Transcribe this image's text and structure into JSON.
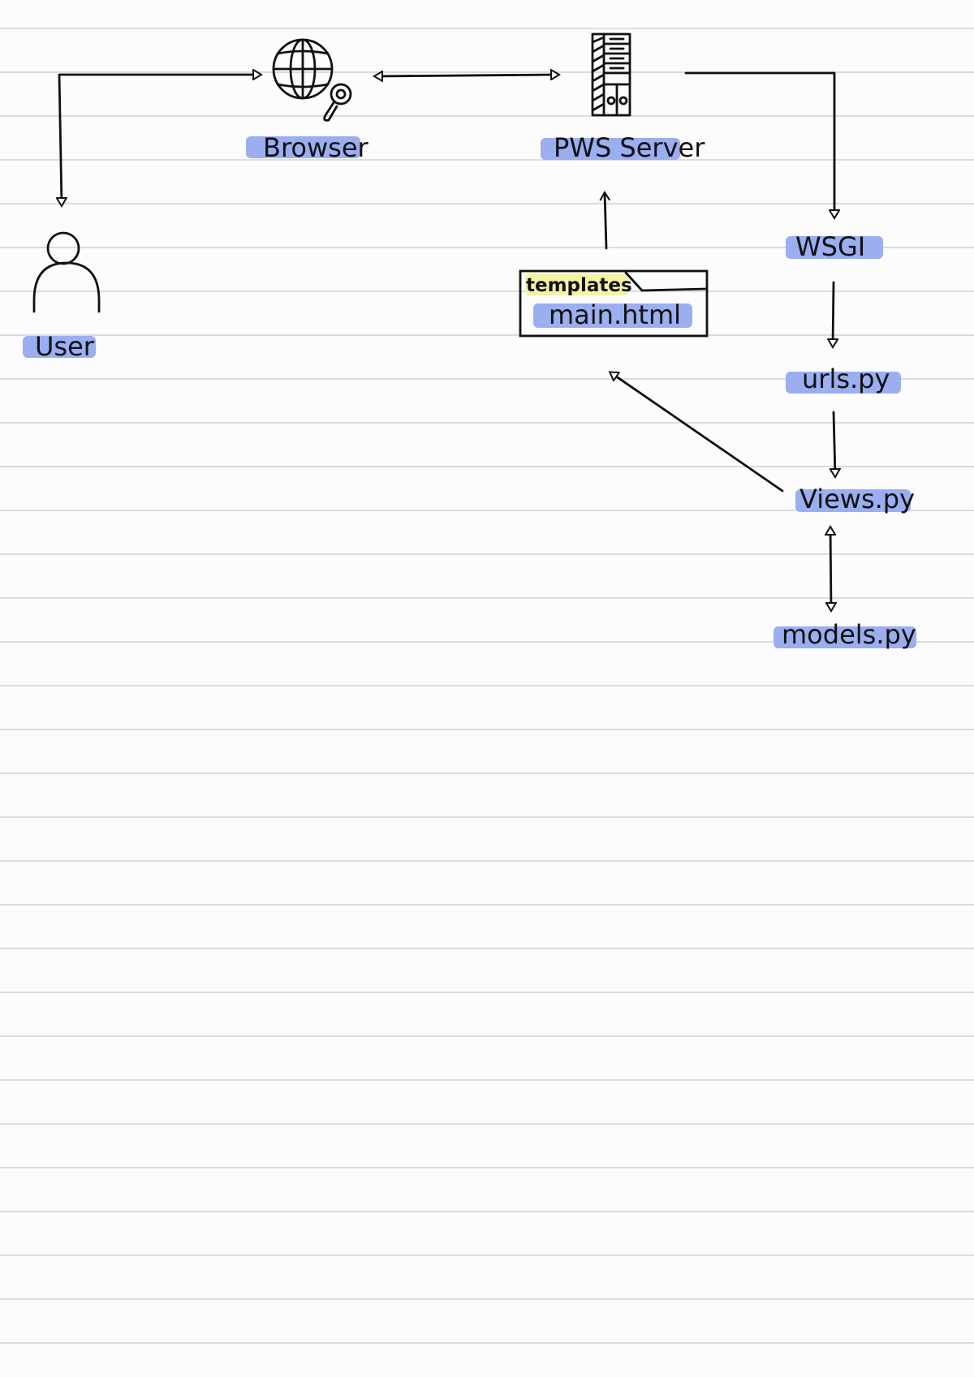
{
  "nodes": {
    "user": {
      "label": "User",
      "icon": "user-icon"
    },
    "browser": {
      "label": "Browser",
      "icon": "globe-search-icon"
    },
    "server": {
      "label": "PWS Server",
      "icon": "server-icon"
    },
    "wsgi": {
      "label": "WSGI"
    },
    "urls": {
      "label": "urls.py"
    },
    "views": {
      "label": "Views.py"
    },
    "models": {
      "label": "models.py"
    },
    "templates": {
      "folder_label": "templates",
      "file_label": "main.html",
      "icon": "folder-icon"
    }
  },
  "colors": {
    "highlight": "#9aaef0",
    "tag_highlight": "#f6f3a4",
    "ink": "#111111",
    "ruled_line": "#dcdcdc",
    "paper": "#fcfcfc"
  }
}
